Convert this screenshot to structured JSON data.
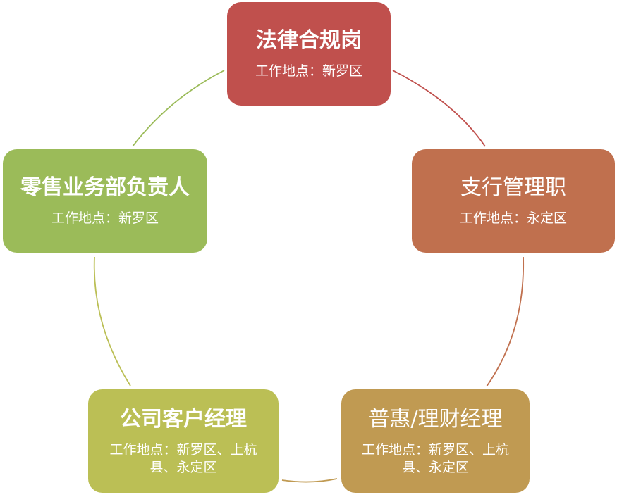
{
  "nodes": [
    {
      "id": "legal",
      "title": "法律合规岗",
      "subtitle": "工作地点：新罗区",
      "color": "#c0504d"
    },
    {
      "id": "branch",
      "title": "支行管理职",
      "subtitle": "工作地点：永定区",
      "color": "#c0704e"
    },
    {
      "id": "wealth",
      "title": "普惠/理财经理",
      "subtitle": "工作地点：新罗区、上杭县、永定区",
      "color": "#c09a52"
    },
    {
      "id": "corporate",
      "title": "公司客户经理",
      "subtitle": "工作地点：新罗区、上杭县、永定区",
      "color": "#bbbf55"
    },
    {
      "id": "retail",
      "title": "零售业务部负责人",
      "subtitle": "工作地点：新罗区",
      "color": "#9bbb59"
    }
  ],
  "connector_colors": [
    "#c0504d",
    "#c0704e",
    "#c09a52",
    "#bbbf55",
    "#9bbb59"
  ]
}
